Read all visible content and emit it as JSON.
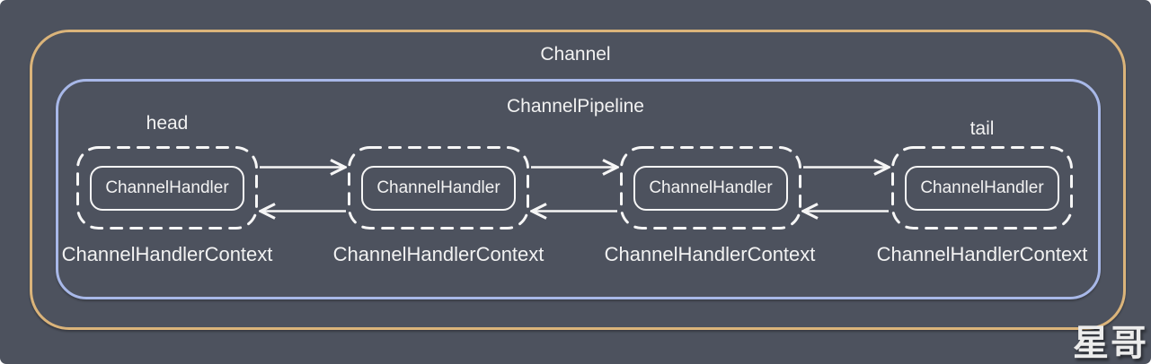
{
  "diagram": {
    "channel_label": "Channel",
    "pipeline_label": "ChannelPipeline",
    "head_label": "head",
    "tail_label": "tail",
    "handlers": [
      {
        "handler_label": "ChannelHandler",
        "context_label": "ChannelHandlerContext"
      },
      {
        "handler_label": "ChannelHandler",
        "context_label": "ChannelHandlerContext"
      },
      {
        "handler_label": "ChannelHandler",
        "context_label": "ChannelHandlerContext"
      },
      {
        "handler_label": "ChannelHandler",
        "context_label": "ChannelHandlerContext"
      }
    ],
    "watermark": "星哥",
    "colors": {
      "background": "#4d525e",
      "channel_border": "#dbb47a",
      "pipeline_border": "#a8b8e8",
      "box_border": "#f6f6f6",
      "text": "#f2f2f2"
    }
  }
}
